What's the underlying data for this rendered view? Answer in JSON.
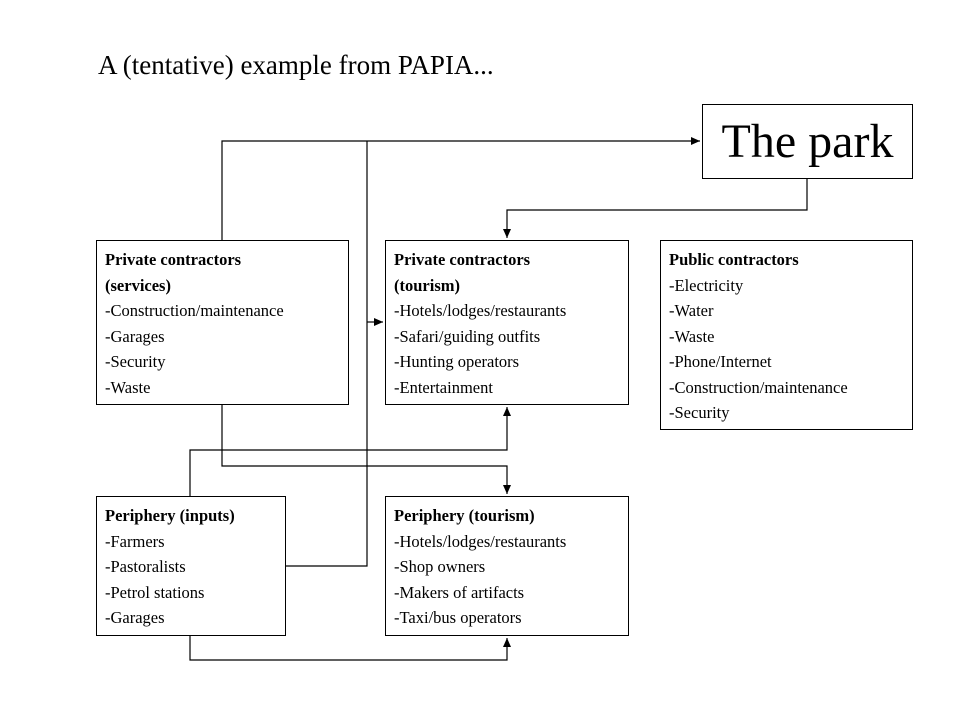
{
  "title": "A (tentative) example from PAPIA...",
  "park": "The park",
  "boxes": {
    "pc_services": {
      "heading": [
        "Private contractors",
        "(services)"
      ],
      "items": [
        "-Construction/maintenance",
        "-Garages",
        "-Security",
        "-Waste"
      ]
    },
    "pc_tourism": {
      "heading": [
        "Private contractors",
        "(tourism)"
      ],
      "items": [
        "-Hotels/lodges/restaurants",
        "-Safari/guiding outfits",
        "-Hunting operators",
        "-Entertainment"
      ]
    },
    "public": {
      "heading": [
        "Public contractors"
      ],
      "items": [
        "-Electricity",
        "-Water",
        "-Waste",
        "-Phone/Internet",
        "-Construction/maintenance",
        "-Security"
      ]
    },
    "periph_inputs": {
      "heading": [
        "Periphery (inputs)"
      ],
      "items": [
        "-Farmers",
        "-Pastoralists",
        "-Petrol stations",
        "-Garages"
      ]
    },
    "periph_tourism": {
      "heading": [
        "Periphery (tourism)"
      ],
      "items": [
        "-Hotels/lodges/restaurants",
        "-Shop owners",
        "-Makers of artifacts",
        "-Taxi/bus operators"
      ]
    }
  }
}
